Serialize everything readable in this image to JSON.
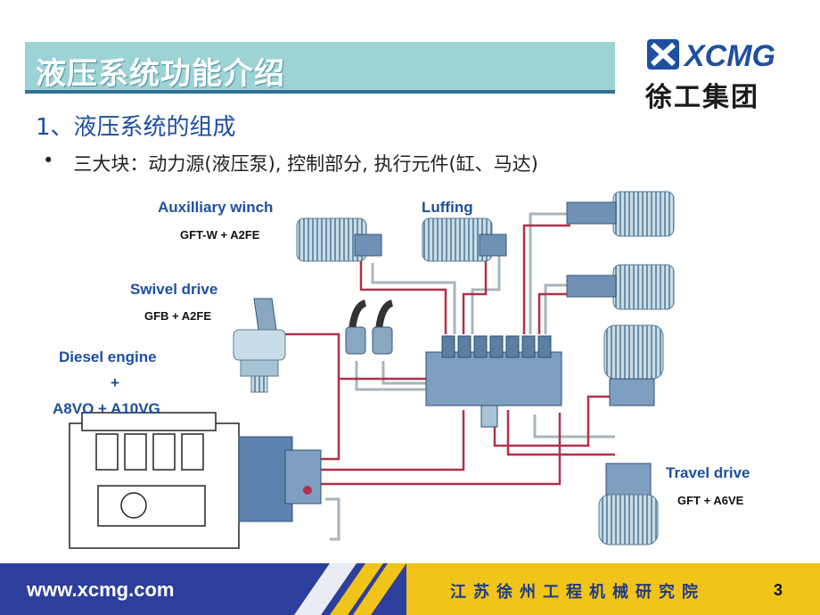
{
  "header": {
    "title": "液压系统功能介绍",
    "logo_text_en": "XCMG",
    "logo_text_cn": "徐工集团"
  },
  "section": {
    "heading": "1、液压系统的组成",
    "bullet_marker": "•",
    "bullet_text": "三大块：动力源(液压泵), 控制部分, 执行元件(缸、马达)"
  },
  "diagram": {
    "aux_winch": {
      "title": "Auxilliary  winch",
      "sub": "GFT-W  + A2FE"
    },
    "luffing": {
      "title": "Luffing"
    },
    "swivel": {
      "title": "Swivel  drive",
      "sub": "GFB  + A2FE"
    },
    "diesel": {
      "title": "Diesel  engine",
      "plus": "+",
      "pumps": "A8VO  + A10VG"
    },
    "travel": {
      "title": "Travel  drive",
      "sub": "GFT + A6VE"
    }
  },
  "footer": {
    "url": "www.xcmg.com",
    "institute": "江苏徐州工程机械研究院",
    "page_number": "3"
  },
  "colors": {
    "title_bar": "#9ed3d6",
    "footer_blue": "#2d3f9b",
    "footer_yellow": "#f0c419",
    "label_blue": "#1e4fa0",
    "pipe_red": "#b0314a",
    "pipe_gray": "#a9b4bc"
  }
}
